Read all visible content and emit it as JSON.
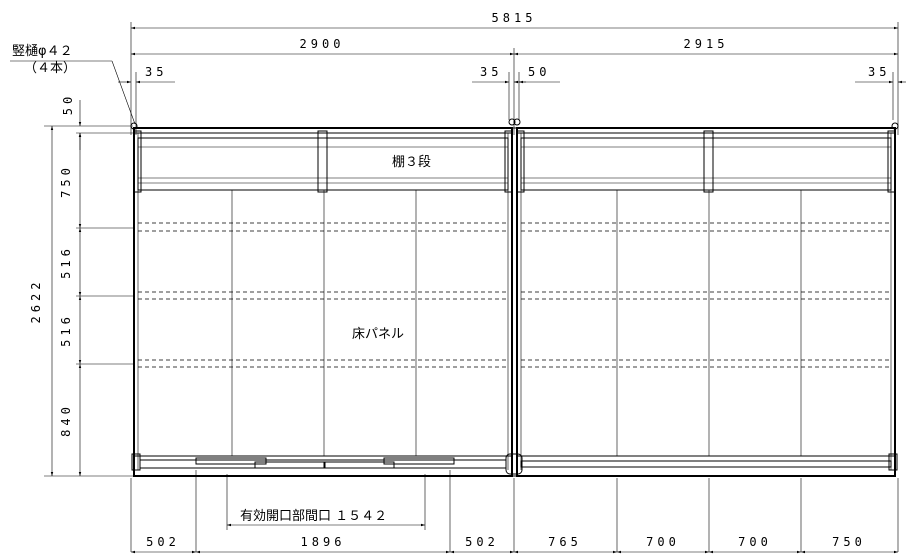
{
  "dimensions": {
    "total_width": "5815",
    "left_module_width": "2900",
    "right_module_width": "2915",
    "left_offset_outer": "35",
    "left_offset_inner": "35",
    "right_offset_inner": "50",
    "right_offset_outer": "35",
    "top_margin": "50",
    "total_depth": "2622",
    "depth_segments": [
      "750",
      "516",
      "516",
      "840"
    ],
    "bottom_left": [
      "502",
      "1896",
      "502"
    ],
    "bottom_right": [
      "765",
      "700",
      "700",
      "750"
    ],
    "effective_opening": "有効開口部間口 １５４２"
  },
  "labels": {
    "downpipe": "竪樋φ４２",
    "downpipe_count": "（４本）",
    "shelf": "棚３段",
    "floor_panel": "床パネル"
  }
}
